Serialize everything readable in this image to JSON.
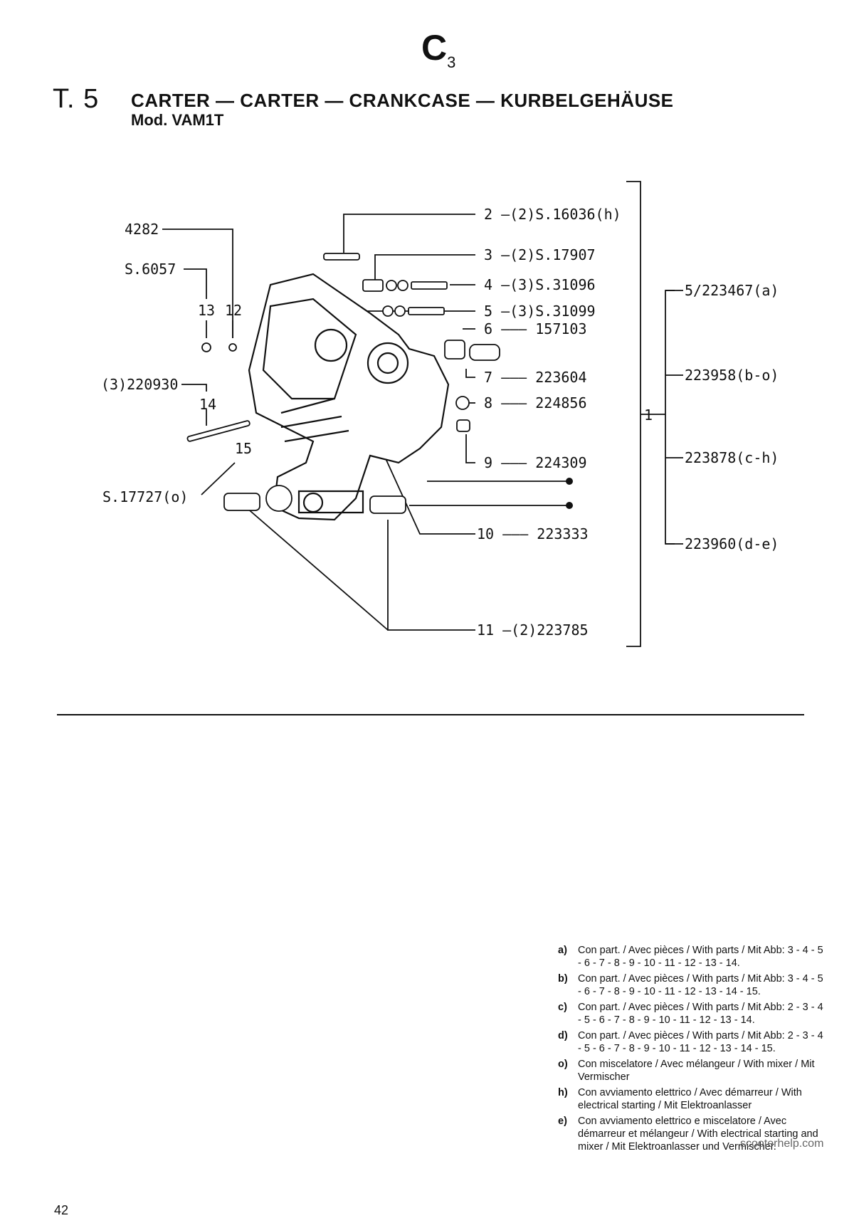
{
  "header": {
    "section_code": "C",
    "section_sub": "3",
    "table_number": "T. 5",
    "title": "CARTER — CARTER — CRANKCASE — KURBELGEHÄUSE",
    "model": "Mod. VAM1T"
  },
  "callouts": {
    "c2": "2 —(2)S.16036(h)",
    "c3": "3 —(2)S.17907",
    "c4": "4 —(3)S.31096",
    "c5": "5 —(3)S.31099",
    "c6": "6 ——— 157103",
    "c7": "7 ——— 223604",
    "c8": "8 ——— 224856",
    "c9": "9 ——— 224309",
    "c10": "10 ——— 223333",
    "c11": "11 —(2)223785",
    "c4282": "4282",
    "c6057": "S.6057",
    "c13": "13",
    "c12": "12",
    "c220930": "(3)220930",
    "c14": "14",
    "c15": "15",
    "c17727": "S.17727(o)",
    "c1": "1",
    "v_a": "5/223467(a)",
    "v_bo": "223958(b-o)",
    "v_ch": "223878(c-h)",
    "v_de": "223960(d-e)"
  },
  "notes": [
    {
      "key": "a)",
      "text": "Con part. / Avec pièces / With parts / Mit Abb: 3 - 4 - 5 - 6 - 7 - 8 - 9 - 10 - 11 - 12 - 13 - 14."
    },
    {
      "key": "b)",
      "text": "Con part. / Avec pièces / With parts / Mit Abb: 3 - 4 - 5 - 6 - 7 - 8 - 9 - 10 - 11 - 12 - 13 - 14 - 15."
    },
    {
      "key": "c)",
      "text": "Con part. / Avec pièces / With parts / Mit Abb: 2 - 3 - 4 - 5 - 6 - 7 - 8 - 9 - 10 - 11 - 12 - 13 - 14."
    },
    {
      "key": "d)",
      "text": "Con part. / Avec pièces / With parts / Mit Abb: 2 - 3 - 4 - 5 - 6 - 7 - 8 - 9 - 10 - 11 - 12 - 13 - 14 - 15."
    },
    {
      "key": "o)",
      "text": "Con miscelatore / Avec mélangeur / With mixer / Mit Vermischer"
    },
    {
      "key": "h)",
      "text": "Con avviamento elettrico / Avec démarreur / With electrical starting / Mit Elektroanlasser"
    },
    {
      "key": "e)",
      "text": "Con avviamento elettrico e miscelatore / Avec démarreur et mélangeur / With electrical starting and mixer / Mit Elektroanlasser und Vermischer."
    }
  ],
  "footer": {
    "page_number": "42",
    "watermark": "scooterhelp.com"
  }
}
